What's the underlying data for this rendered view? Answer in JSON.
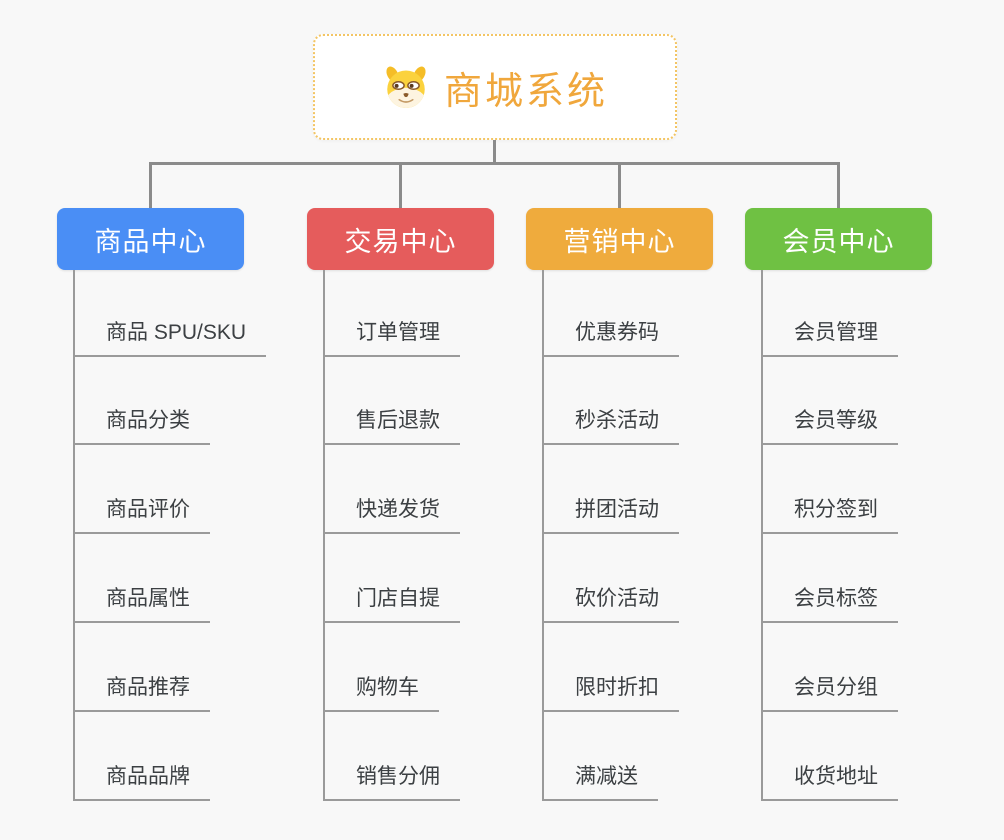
{
  "root": {
    "title": "商城系统",
    "icon": "doge-face-icon",
    "text_color": "#f0a73c",
    "border_color": "#f3c564"
  },
  "style": {
    "background": "#f8f8f8",
    "connector_color": "#8b8b8b",
    "leaf_line_color": "#9a9a9a",
    "leaf_text_color": "#3c4043"
  },
  "branches": [
    {
      "label": "商品中心",
      "color": "#4a8ef5",
      "children": [
        "商品 SPU/SKU",
        "商品分类",
        "商品评价",
        "商品属性",
        "商品推荐",
        "商品品牌"
      ]
    },
    {
      "label": "交易中心",
      "color": "#e55c5c",
      "children": [
        "订单管理",
        "售后退款",
        "快递发货",
        "门店自提",
        "购物车",
        "销售分佣"
      ]
    },
    {
      "label": "营销中心",
      "color": "#efab3d",
      "children": [
        "优惠券码",
        "秒杀活动",
        "拼团活动",
        "砍价活动",
        "限时折扣",
        "满减送"
      ]
    },
    {
      "label": "会员中心",
      "color": "#6fc143",
      "children": [
        "会员管理",
        "会员等级",
        "积分签到",
        "会员标签",
        "会员分组",
        "收货地址"
      ]
    }
  ]
}
